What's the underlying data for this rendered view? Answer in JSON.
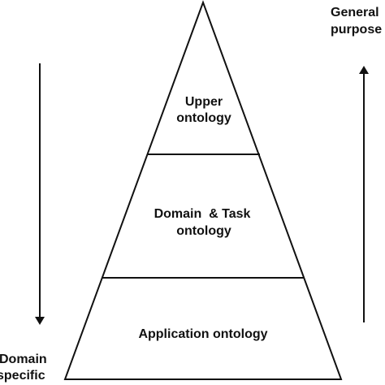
{
  "diagram": {
    "levels": [
      {
        "line1": "Upper",
        "line2": "ontology"
      },
      {
        "line1": "Domain  & Task",
        "line2": "ontology"
      },
      {
        "line1": "Application ontology",
        "line2": ""
      }
    ],
    "right_axis": {
      "line1": "General",
      "line2": "purpose"
    },
    "left_axis": {
      "line1": "Domain",
      "line2": "specific"
    },
    "colors": {
      "stroke": "#111111",
      "text": "#111111",
      "background": "#ffffff"
    }
  }
}
